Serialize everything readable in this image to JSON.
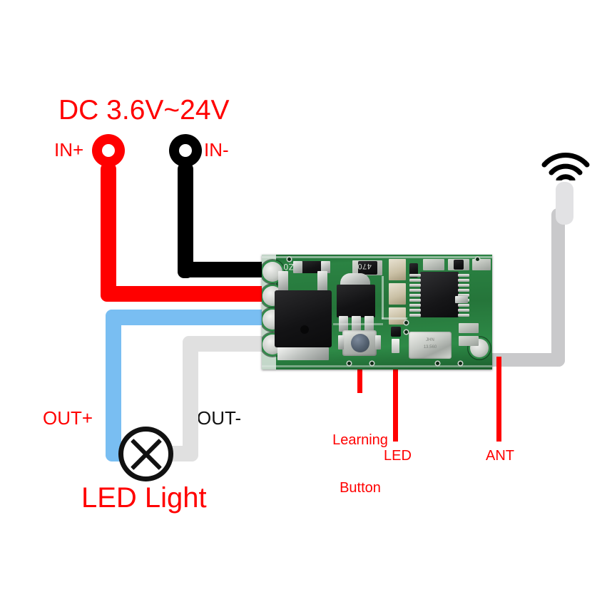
{
  "diagram": {
    "title": "RF wireless relay receiver module wiring diagram",
    "colors": {
      "red": "#ff0000",
      "black": "#000000",
      "blue": "#79bef2",
      "grey": "#e0e0e0",
      "pcb_green": "#2b8343"
    }
  },
  "labels": {
    "supply": "DC 3.6V~24V",
    "in_plus": "IN+",
    "in_minus": "IN-",
    "out_plus": "OUT+",
    "out_minus": "OUT-",
    "load": "LED Light",
    "learning_button": "Learning\nButton",
    "learning_button_line1": "Learning",
    "learning_button_line2": "Button",
    "led": "LED",
    "ant": "ANT"
  },
  "board": {
    "silk_marks": [
      "470",
      "Z0"
    ],
    "components": [
      {
        "name": "mosfet-relay",
        "type": "black-package"
      },
      {
        "name": "voltage-regulator",
        "type": "sot-package"
      },
      {
        "name": "learning-button",
        "type": "tactile-switch"
      },
      {
        "name": "status-led",
        "type": "led"
      },
      {
        "name": "crystal-oscillator",
        "type": "crystal-can"
      },
      {
        "name": "rf-decoder-ic",
        "type": "soic-ic"
      }
    ],
    "terminals": [
      {
        "name": "in-minus-pad",
        "wire": "black"
      },
      {
        "name": "in-plus-pad",
        "wire": "red"
      },
      {
        "name": "out-plus-pad",
        "wire": "blue"
      },
      {
        "name": "out-minus-pad",
        "wire": "grey"
      }
    ]
  }
}
